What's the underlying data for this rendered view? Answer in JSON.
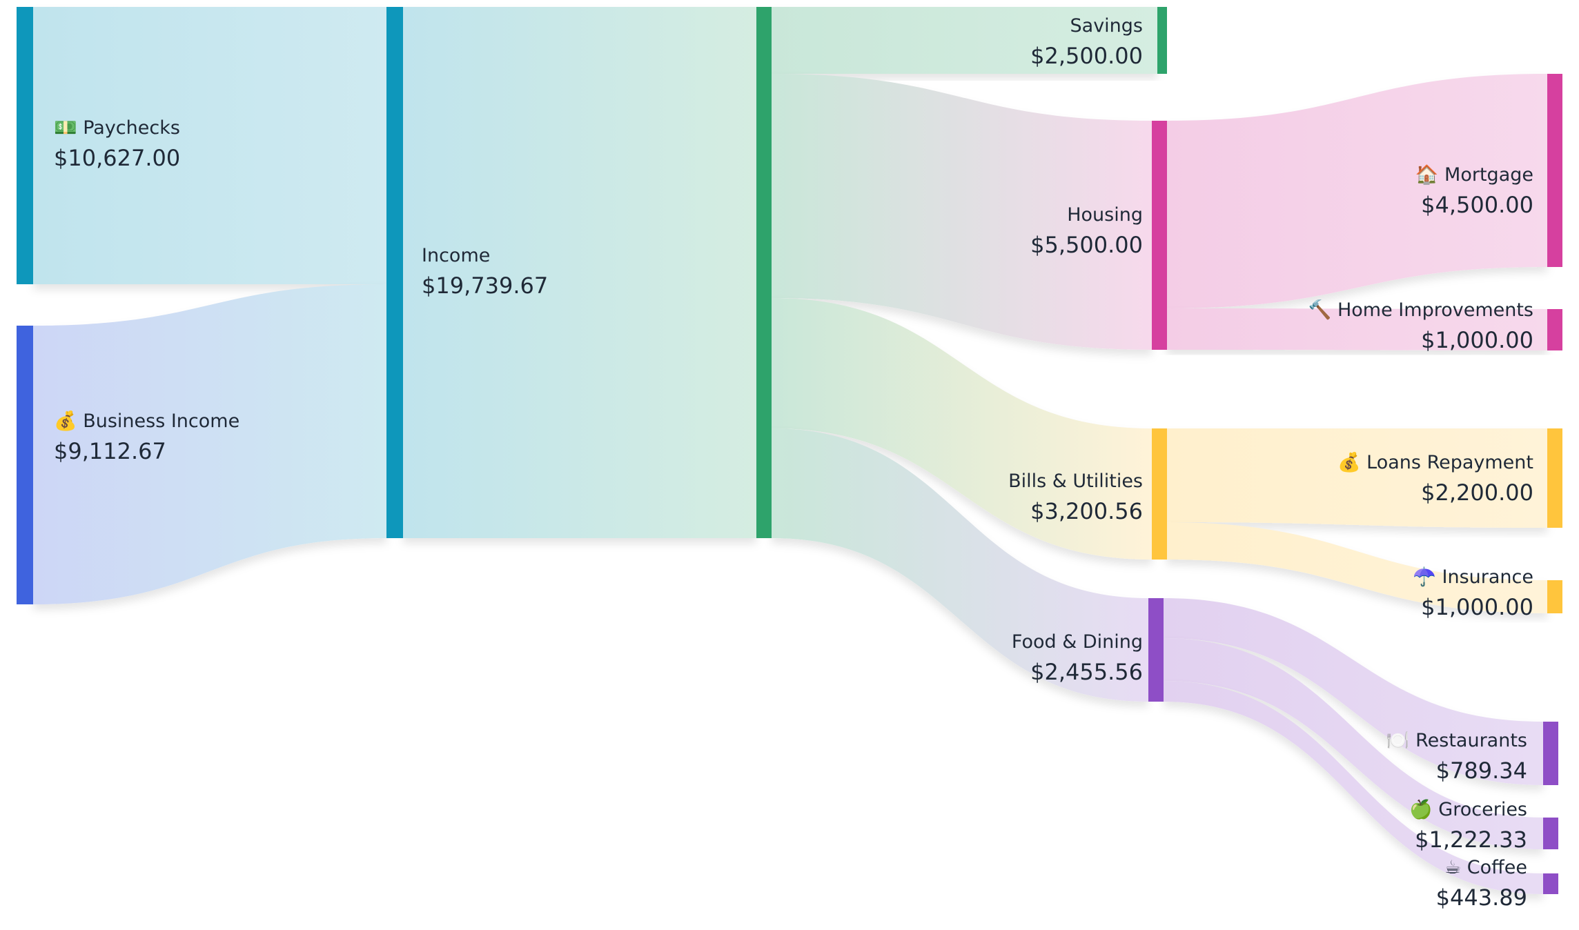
{
  "chart_data": {
    "type": "sankey",
    "nodes": [
      {
        "id": "paychecks",
        "label": "💵 Paychecks",
        "value": "$10,627.00",
        "amount": 10627.0,
        "color": "#0e97bb"
      },
      {
        "id": "business",
        "label": "💰 Business Income",
        "value": "$9,112.67",
        "amount": 9112.67,
        "color": "#3f63de"
      },
      {
        "id": "income",
        "label": "Income",
        "value": "$19,739.67",
        "amount": 19739.67,
        "color": "#0e97bb"
      },
      {
        "id": "budget",
        "label": "",
        "value": "",
        "amount": 19739.67,
        "color": "#2ea36b"
      },
      {
        "id": "savings",
        "label": "Savings",
        "value": "$2,500.00",
        "amount": 2500.0,
        "color": "#2ea36b"
      },
      {
        "id": "housing",
        "label": "Housing",
        "value": "$5,500.00",
        "amount": 5500.0,
        "color": "#d6409f"
      },
      {
        "id": "bills",
        "label": "Bills & Utilities",
        "value": "$3,200.56",
        "amount": 3200.56,
        "color": "#ffc53d"
      },
      {
        "id": "food",
        "label": "Food & Dining",
        "value": "$2,455.56",
        "amount": 2455.56,
        "color": "#8e4ec6"
      },
      {
        "id": "mortgage",
        "label": "🏠 Mortgage",
        "value": "$4,500.00",
        "amount": 4500.0,
        "color": "#d6409f"
      },
      {
        "id": "homeimp",
        "label": "🔨 Home Improvements",
        "value": "$1,000.00",
        "amount": 1000.0,
        "color": "#d6409f"
      },
      {
        "id": "loans",
        "label": "💰 Loans Repayment",
        "value": "$2,200.00",
        "amount": 2200.0,
        "color": "#ffc53d"
      },
      {
        "id": "insurance",
        "label": "☂️ Insurance",
        "value": "$1,000.00",
        "amount": 1000.0,
        "color": "#ffc53d"
      },
      {
        "id": "restaurants",
        "label": "🍽️ Restaurants",
        "value": "$789.34",
        "amount": 789.34,
        "color": "#8e4ec6"
      },
      {
        "id": "groceries",
        "label": "🍏 Groceries",
        "value": "$1,222.33",
        "amount": 1222.33,
        "color": "#8e4ec6"
      },
      {
        "id": "coffee",
        "label": "☕ Coffee",
        "value": "$443.89",
        "amount": 443.89,
        "color": "#8e4ec6"
      }
    ],
    "links": [
      {
        "source": "paychecks",
        "target": "income",
        "value": 10627.0
      },
      {
        "source": "business",
        "target": "income",
        "value": 9112.67
      },
      {
        "source": "income",
        "target": "budget",
        "value": 19739.67
      },
      {
        "source": "budget",
        "target": "savings",
        "value": 2500.0
      },
      {
        "source": "budget",
        "target": "housing",
        "value": 5500.0
      },
      {
        "source": "budget",
        "target": "bills",
        "value": 3200.56
      },
      {
        "source": "budget",
        "target": "food",
        "value": 2455.56
      },
      {
        "source": "housing",
        "target": "mortgage",
        "value": 4500.0
      },
      {
        "source": "housing",
        "target": "homeimp",
        "value": 1000.0
      },
      {
        "source": "bills",
        "target": "loans",
        "value": 2200.0
      },
      {
        "source": "bills",
        "target": "insurance",
        "value": 1000.0
      },
      {
        "source": "food",
        "target": "restaurants",
        "value": 789.34
      },
      {
        "source": "food",
        "target": "groceries",
        "value": 1222.33
      },
      {
        "source": "food",
        "target": "coffee",
        "value": 443.89
      }
    ]
  }
}
